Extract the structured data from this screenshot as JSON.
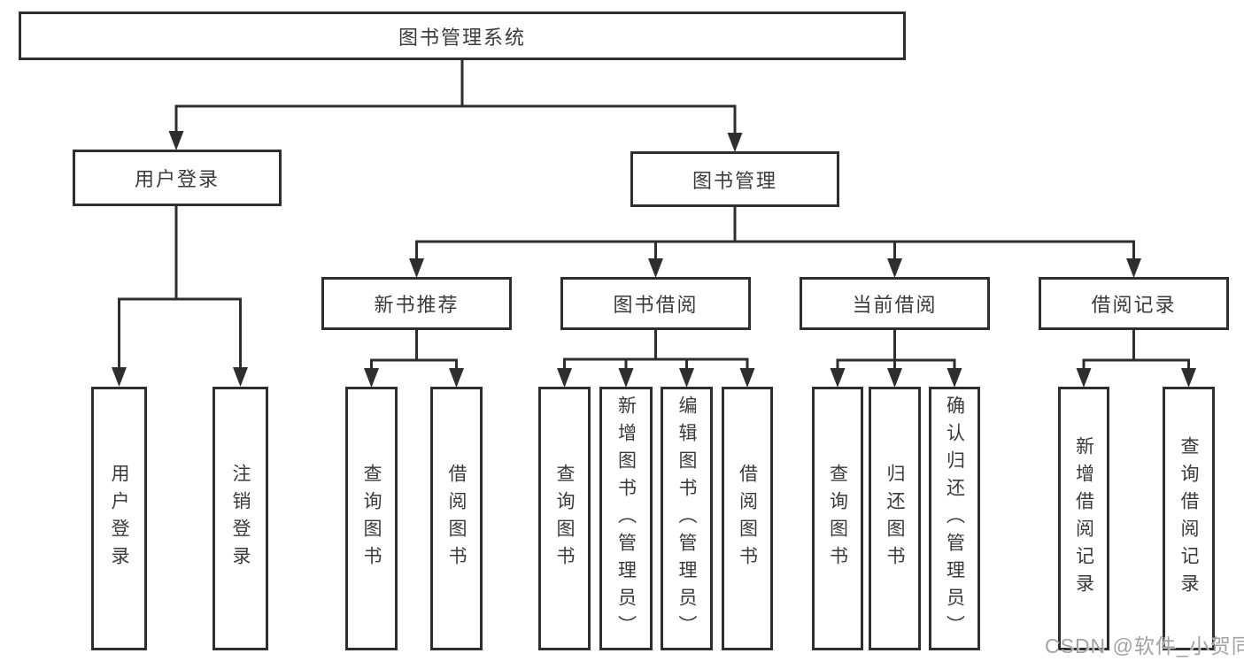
{
  "tree": {
    "root": {
      "label": "图书管理系统",
      "children": [
        {
          "label": "用户登录",
          "children": [
            {
              "label": "用户登录"
            },
            {
              "label": "注销登录"
            }
          ]
        },
        {
          "label": "图书管理",
          "children": [
            {
              "label": "新书推荐",
              "children": [
                {
                  "label": "查询图书"
                },
                {
                  "label": "借阅图书"
                }
              ]
            },
            {
              "label": "图书借阅",
              "children": [
                {
                  "label": "查询图书"
                },
                {
                  "label": "新增图书（管理员）"
                },
                {
                  "label": "编辑图书（管理员）"
                },
                {
                  "label": "借阅图书"
                }
              ]
            },
            {
              "label": "当前借阅",
              "children": [
                {
                  "label": "查询图书"
                },
                {
                  "label": "归还图书"
                },
                {
                  "label": "确认归还（管理员）"
                }
              ]
            },
            {
              "label": "借阅记录",
              "children": [
                {
                  "label": "新增借阅记录"
                },
                {
                  "label": "查询借阅记录"
                }
              ]
            }
          ]
        }
      ]
    }
  },
  "watermark": {
    "text": "CSDN @软件_小贺同学"
  },
  "colors": {
    "line": "#2e2e2e",
    "text": "#3a3a3a",
    "watermark": "#a2a2a2",
    "background": "#ffffff"
  }
}
